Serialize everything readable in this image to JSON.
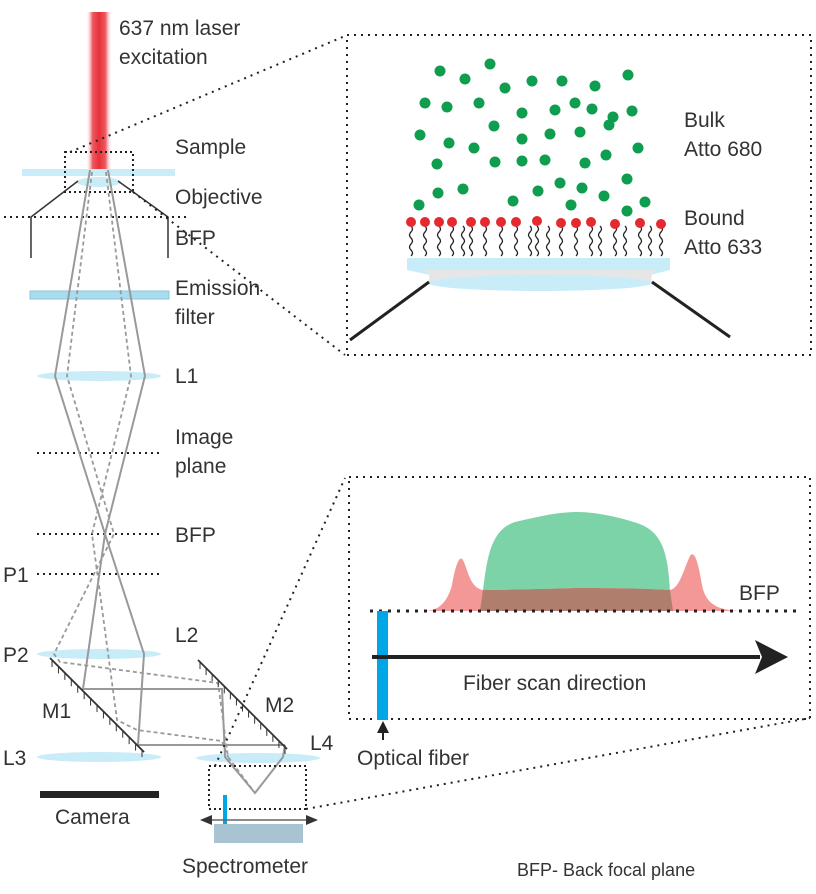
{
  "labels": {
    "laser": [
      "637 nm laser",
      "excitation"
    ],
    "sample": "Sample",
    "objective": "Objective",
    "bfp1": "BFP",
    "emission": [
      "Emission",
      "filter"
    ],
    "l1": "L1",
    "image_plane": [
      "Image",
      "plane"
    ],
    "bfp2": "BFP",
    "p1": "P1",
    "p2": "P2",
    "l2": "L2",
    "m1": "M1",
    "m2": "M2",
    "l3": "L3",
    "l4": "L4",
    "camera": "Camera",
    "spectrometer": "Spectrometer",
    "bulk": [
      "Bulk",
      "Atto 680"
    ],
    "bound": [
      "Bound",
      "Atto 633"
    ],
    "inset_bfp": "BFP",
    "scan_direction": "Fiber scan direction",
    "optical_fiber": "Optical fiber",
    "legend_note": "BFP- Back focal plane"
  },
  "colors": {
    "laser": "#e8303a",
    "bulk_dye": "#0f9d50",
    "bound_dye": "#e42a2e",
    "glass": "#c9ecf9",
    "fiber": "#00a6e6",
    "green_profile": "#7dd3a8",
    "red_profile": "#f39896",
    "overlap": "#b07e6c",
    "spectrometer": "#a8c4d2"
  }
}
